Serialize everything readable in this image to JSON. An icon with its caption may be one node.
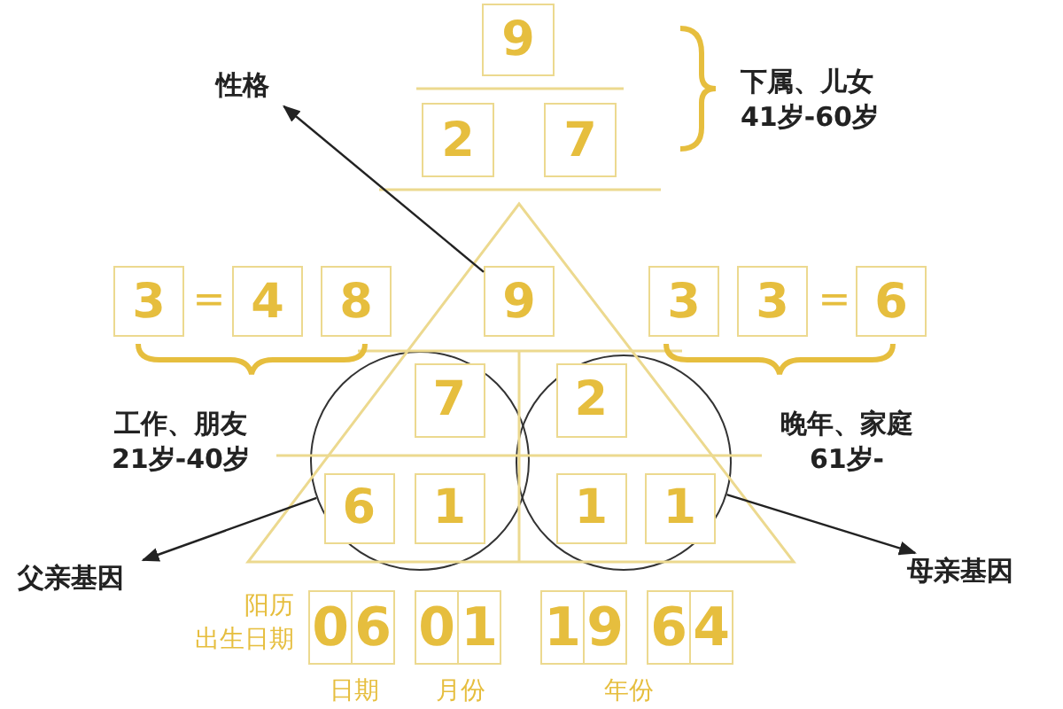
{
  "diagram": {
    "nodes": [
      {
        "text": [
          "性格"
        ]
      },
      {
        "text": [
          "9"
        ]
      },
      {
        "text": [
          "2"
        ]
      },
      {
        "text": [
          "7"
        ]
      },
      {
        "text": [
          "3"
        ]
      },
      {
        "text": [
          "4"
        ]
      },
      {
        "text": [
          "8"
        ]
      },
      {
        "text": [
          "9"
        ]
      },
      {
        "text": [
          "3"
        ]
      },
      {
        "text": [
          "3"
        ]
      },
      {
        "text": [
          "6"
        ]
      },
      {
        "text": [
          "7"
        ],
        "in": 13
      },
      {
        "text": [
          "2"
        ],
        "in": 14
      },
      {
        "text": [],
        "shape": "circle"
      },
      {
        "text": [],
        "shape": "circle"
      },
      {
        "text": [
          "6"
        ],
        "in": 13
      },
      {
        "text": [
          "1"
        ],
        "in": 13
      },
      {
        "text": [
          "1"
        ],
        "in": 14
      },
      {
        "text": [
          "1"
        ],
        "in": 14
      },
      {
        "text": [
          "父亲基因"
        ]
      },
      {
        "text": [
          "母亲基因"
        ]
      },
      {
        "text": [
          "0"
        ]
      },
      {
        "text": [
          "6"
        ]
      },
      {
        "text": [
          "0"
        ]
      },
      {
        "text": [
          "1"
        ]
      },
      {
        "text": [
          "1"
        ]
      },
      {
        "text": [
          "9"
        ]
      },
      {
        "text": [
          "6"
        ]
      },
      {
        "text": [
          "4"
        ]
      }
    ],
    "edges": [
      {
        "from": 7,
        "to": 0,
        "arrow": "to"
      },
      {
        "from": 13,
        "to": 19,
        "arrow": "to"
      },
      {
        "from": 14,
        "to": 20,
        "arrow": "to"
      }
    ],
    "labels": [
      "下属、儿女 41岁-60岁",
      "=",
      "=",
      "工作、朋友 21岁-40岁",
      "晚年、家庭 61岁-",
      "阳历出生日期",
      "日期",
      "月份",
      "年份"
    ]
  }
}
